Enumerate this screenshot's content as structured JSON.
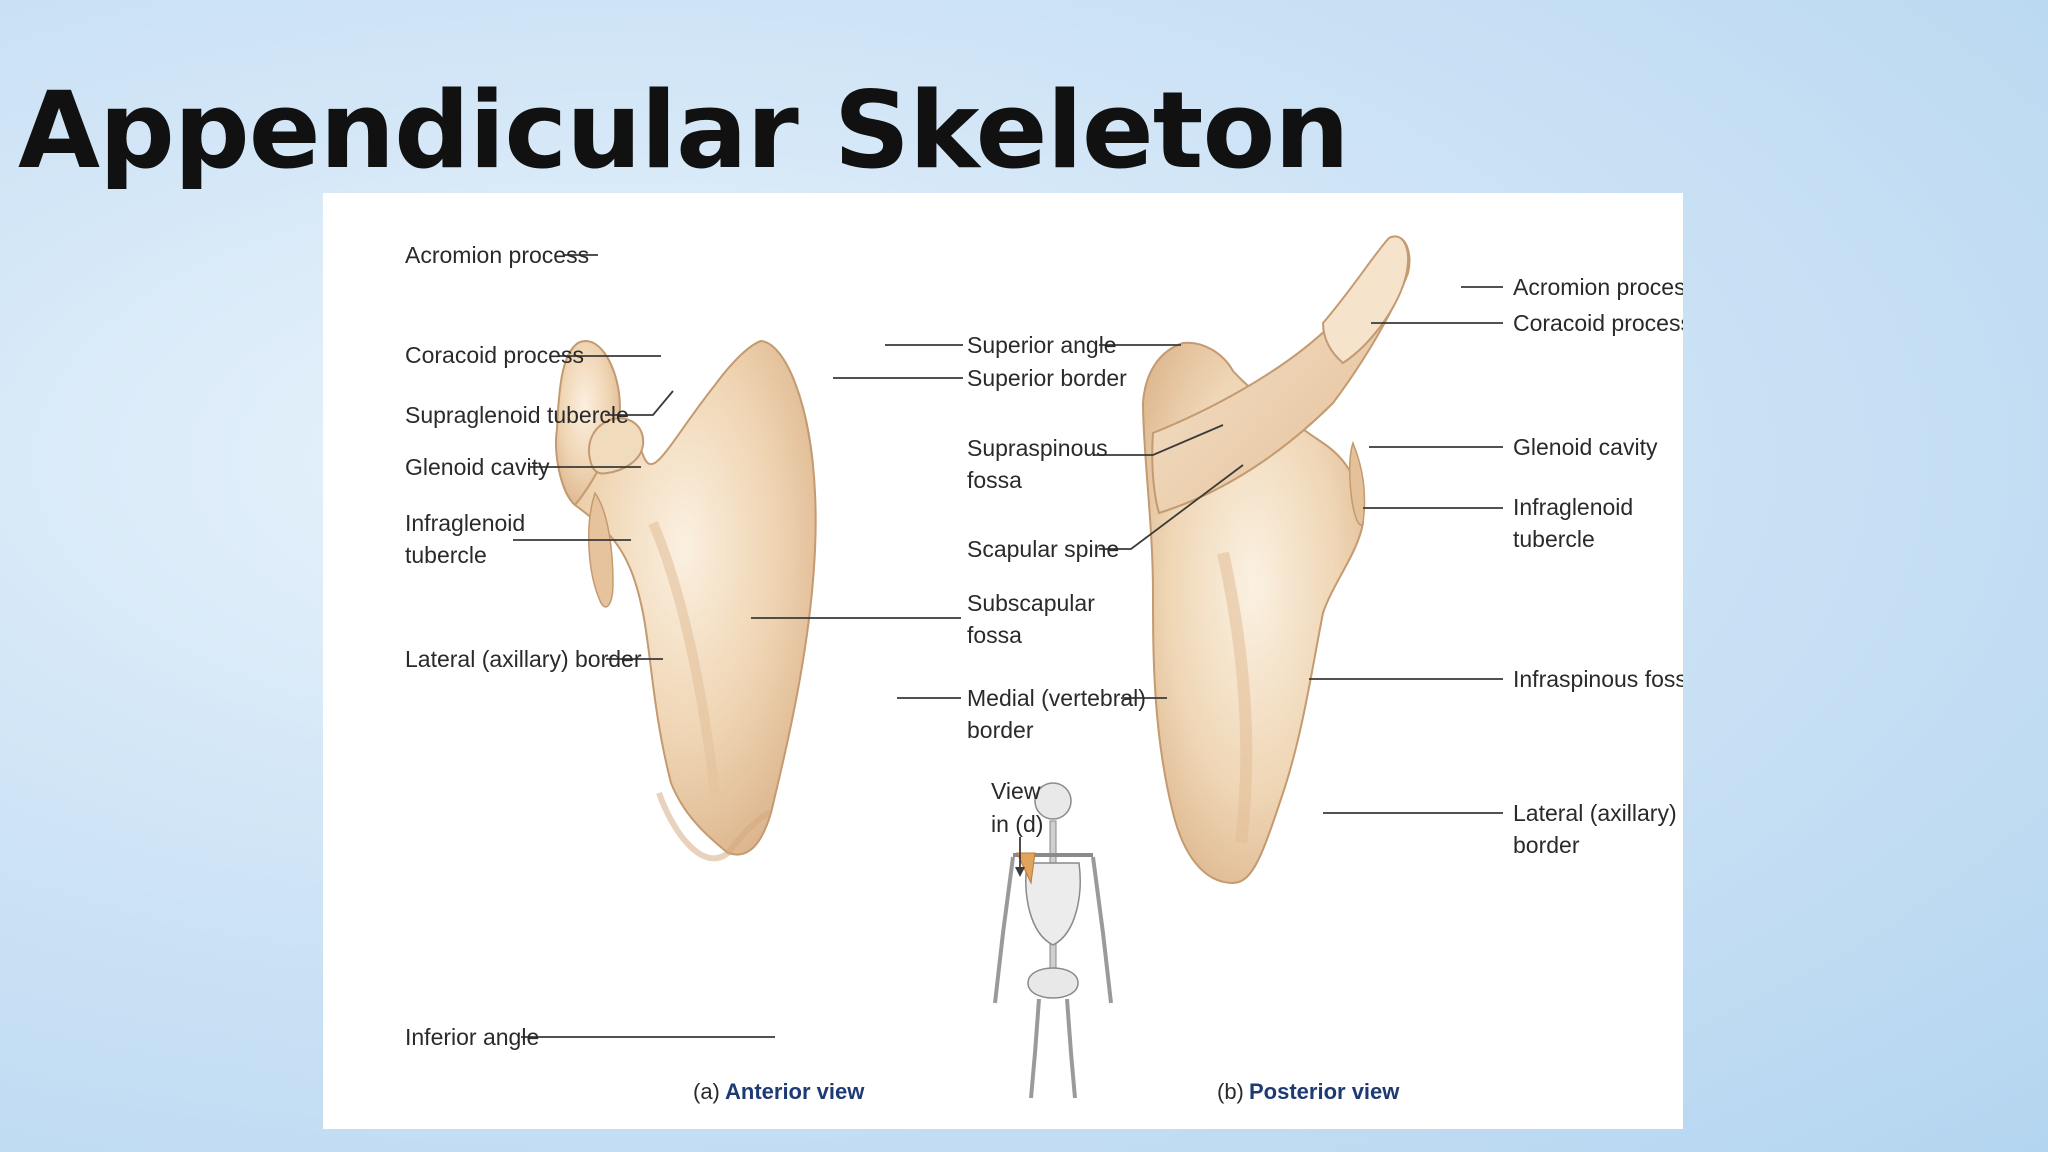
{
  "title": "Appendicular Skeleton",
  "anterior": {
    "acromion": "Acromion process",
    "coracoid": "Coracoid process",
    "supraglenoid": "Supraglenoid tubercle",
    "glenoid": "Glenoid cavity",
    "infraglenoid_1": "Infraglenoid",
    "infraglenoid_2": "tubercle",
    "lateral_border": "Lateral (axillary) border",
    "inferior_angle": "Inferior angle",
    "caption_letter": "(a)",
    "caption": "Anterior view"
  },
  "center": {
    "superior_angle": "Superior angle",
    "superior_border": "Superior border",
    "supraspinous_1": "Supraspinous",
    "supraspinous_2": "fossa",
    "scapular_spine": "Scapular spine",
    "subscapular_1": "Subscapular",
    "subscapular_2": "fossa",
    "medial_border_1": "Medial (vertebral)",
    "medial_border_2": "border",
    "view_1": "View",
    "view_2": "in (d)"
  },
  "posterior": {
    "acromion": "Acromion process",
    "coracoid": "Coracoid process",
    "glenoid": "Glenoid cavity",
    "infraglenoid_1": "Infraglenoid",
    "infraglenoid_2": "tubercle",
    "infraspinous": "Infraspinous fossa",
    "lateral_border_1": "Lateral (axillary)",
    "lateral_border_2": "border",
    "caption_letter": "(b)",
    "caption": "Posterior view"
  },
  "colors": {
    "bone_light": "#f4dfc2",
    "bone_mid": "#e9c79f",
    "bone_dark": "#cfa57a",
    "background": "#cfe4f6"
  }
}
